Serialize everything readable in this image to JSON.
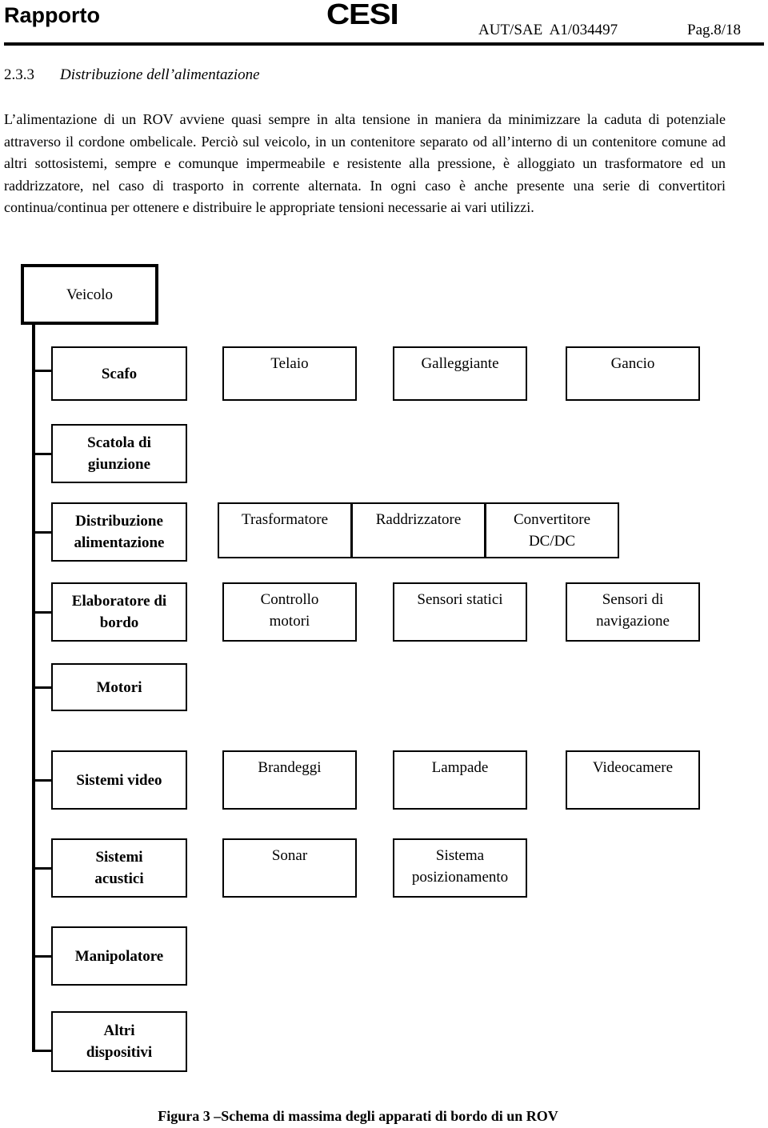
{
  "header": {
    "title": "Rapporto",
    "logo": "CESI",
    "reference": "AUT/SAE  A1/034497",
    "page": "Pag.8/18"
  },
  "section": {
    "number": "2.3.3",
    "title": "Distribuzione dell’alimentazione"
  },
  "paragraph": "L’alimentazione di un ROV avviene quasi sempre in alta tensione in maniera da minimizzare la caduta di potenziale attraverso il cordone ombelicale. Perciò sul veicolo, in un contenitore separato od all’interno di un contenitore comune ad altri sottosistemi, sempre e comunque impermeabile e resistente alla pressione, è alloggiato un trasformatore ed un raddrizzatore, nel caso di trasporto in corrente alternata. In ogni caso è anche presente una serie di convertitori continua/continua per ottenere e distribuire le appropriate tensioni necessarie ai vari utilizzi.",
  "diagram": {
    "root": "Veicolo",
    "rows": [
      {
        "main": [
          "Scafo"
        ],
        "children": [
          [
            "Telaio"
          ],
          [
            "Galleggiante"
          ],
          [
            "Gancio"
          ]
        ]
      },
      {
        "main": [
          "Scatola di",
          "giunzione"
        ],
        "children": []
      },
      {
        "main": [
          "Distribuzione",
          "alimentazione"
        ],
        "children": [
          [
            "Trasformatore"
          ],
          [
            "Raddrizzatore"
          ],
          [
            "Convertitore",
            "DC/DC"
          ]
        ]
      },
      {
        "main": [
          "Elaboratore di",
          "bordo"
        ],
        "children": [
          [
            "Controllo",
            "motori"
          ],
          [
            "Sensori statici"
          ],
          [
            "Sensori di",
            "navigazione"
          ]
        ]
      },
      {
        "main": [
          "Motori"
        ],
        "children": []
      },
      {
        "main": [
          "Sistemi video"
        ],
        "children": [
          [
            "Brandeggi"
          ],
          [
            "Lampade"
          ],
          [
            "Videocamere"
          ]
        ]
      },
      {
        "main": [
          "Sistemi",
          "acustici"
        ],
        "children": [
          [
            "Sonar"
          ],
          [
            "Sistema",
            "posizionamento"
          ]
        ]
      },
      {
        "main": [
          "Manipolatore"
        ],
        "children": []
      },
      {
        "main": [
          "Altri",
          "dispositivi"
        ],
        "children": []
      }
    ]
  },
  "caption": "Figura 3 –Schema di massima degli apparati di bordo di un ROV"
}
